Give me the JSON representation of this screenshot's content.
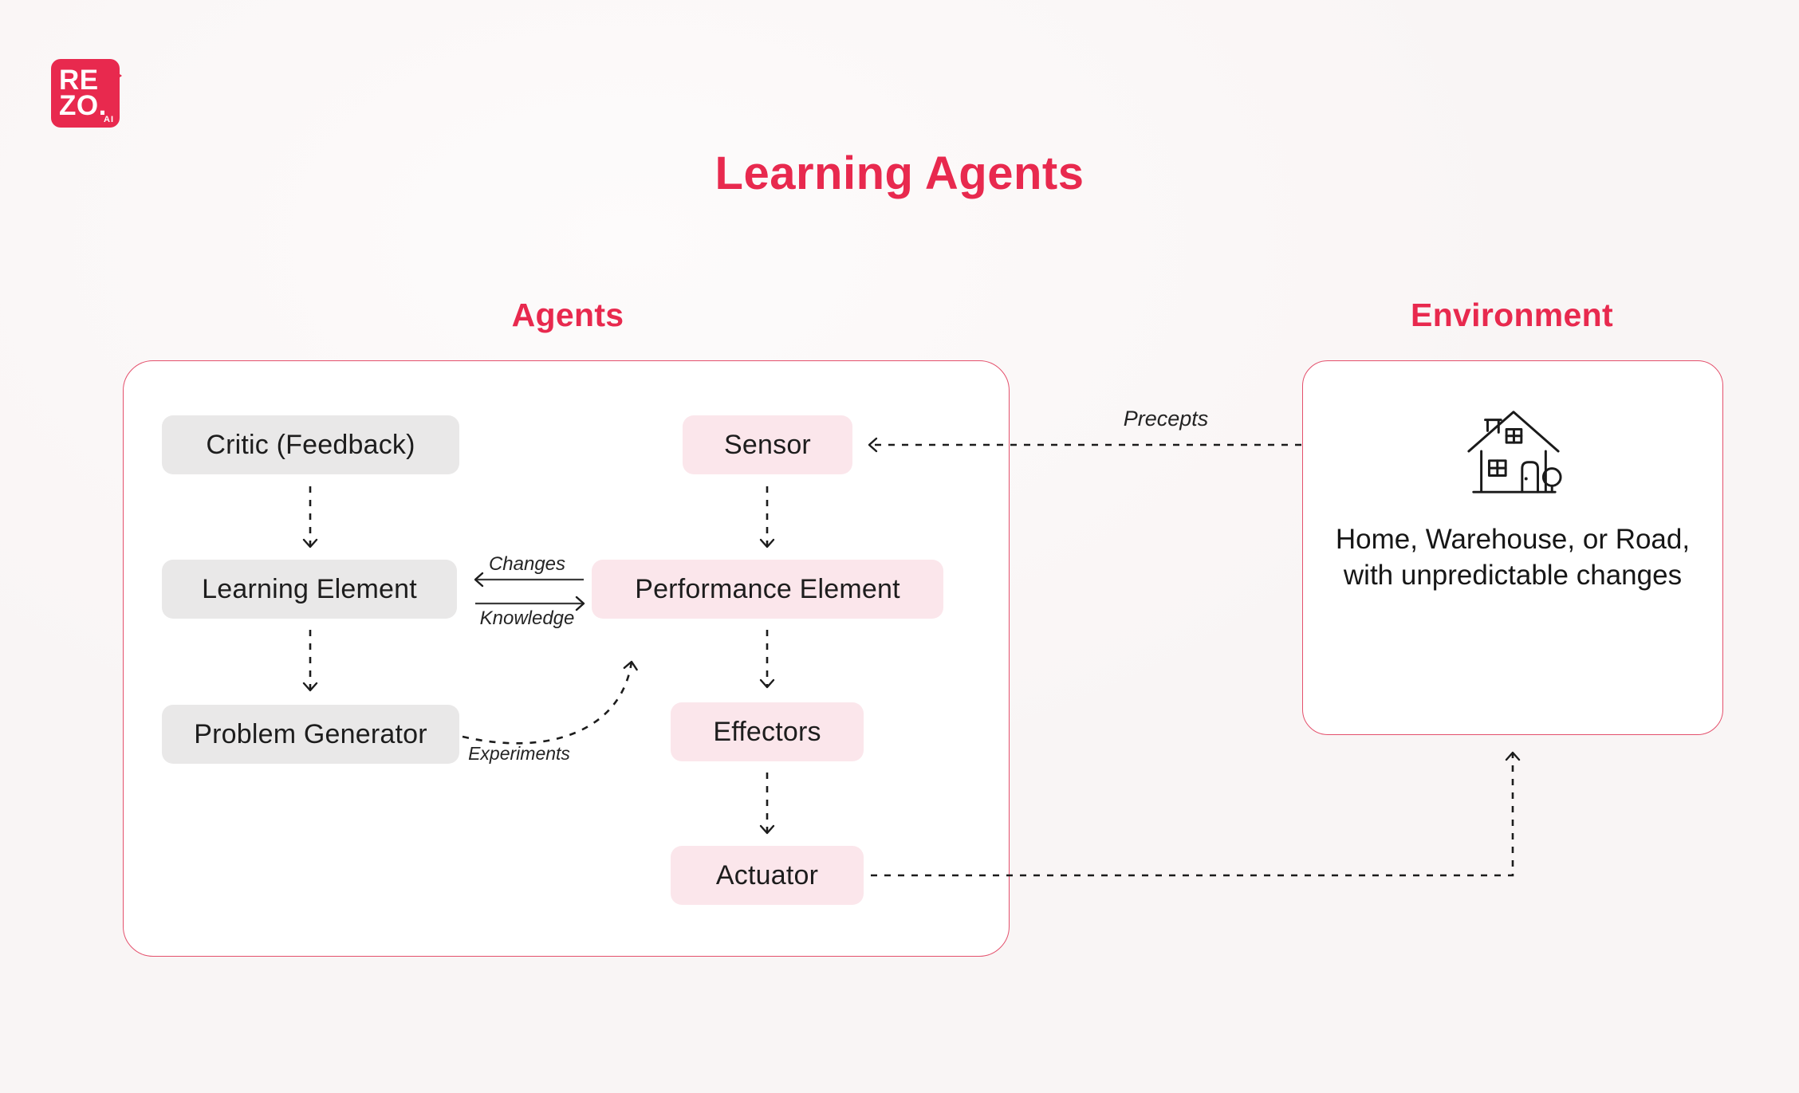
{
  "page": {
    "title": "Learning Agents"
  },
  "logo": {
    "line1": "RE",
    "line2": "ZO.",
    "suffix": "AI"
  },
  "sections": {
    "agents": {
      "label": "Agents"
    },
    "environment": {
      "label": "Environment",
      "description": "Home, Warehouse, or Road, with unpredictable changes",
      "icon": "house-icon"
    }
  },
  "nodes": {
    "critic": "Critic (Feedback)",
    "learning_element": "Learning Element",
    "problem_generator": "Problem Generator",
    "sensor": "Sensor",
    "performance_element": "Performance Element",
    "effectors": "Effectors",
    "actuator": "Actuator"
  },
  "edges": {
    "changes": "Changes",
    "knowledge": "Knowledge",
    "experiments": "Experiments",
    "precepts": "Precepts"
  },
  "colors": {
    "accent": "#E8294E",
    "frame_border": "#E4506C",
    "node_gray": "#E9E8E8",
    "node_pink": "#FBE6EB",
    "arrow": "#1C1C1C",
    "background": "#F9F5F5",
    "text": "#1D1D1D"
  }
}
